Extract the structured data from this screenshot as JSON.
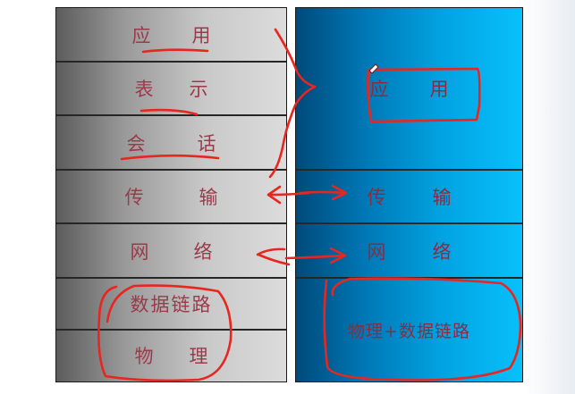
{
  "osi_layers": [
    {
      "id": "application",
      "chars": [
        "应",
        "用"
      ]
    },
    {
      "id": "presentation",
      "chars": [
        "表",
        "示"
      ]
    },
    {
      "id": "session",
      "chars": [
        "会",
        "话"
      ]
    },
    {
      "id": "transport",
      "chars": [
        "传",
        "输"
      ]
    },
    {
      "id": "network",
      "chars": [
        "网",
        "络"
      ]
    },
    {
      "id": "datalink",
      "chars": [
        "数据链路"
      ]
    },
    {
      "id": "physical",
      "chars": [
        "物",
        "理"
      ]
    }
  ],
  "tcpip_layers": [
    {
      "id": "application",
      "chars": [
        "应",
        "用"
      ]
    },
    {
      "id": "transport",
      "chars": [
        "传",
        "输"
      ]
    },
    {
      "id": "internet",
      "chars": [
        "网",
        "络"
      ]
    },
    {
      "id": "network_access",
      "chars": [
        "物理+数据链路"
      ]
    }
  ],
  "colors": {
    "osi_gradient": [
      "#5c5c5c",
      "#dcdcdc"
    ],
    "tcpip_gradient": [
      "#004a7a",
      "#08c0fb"
    ],
    "text": "#9b3a4a",
    "annotation": "#e8261f"
  }
}
